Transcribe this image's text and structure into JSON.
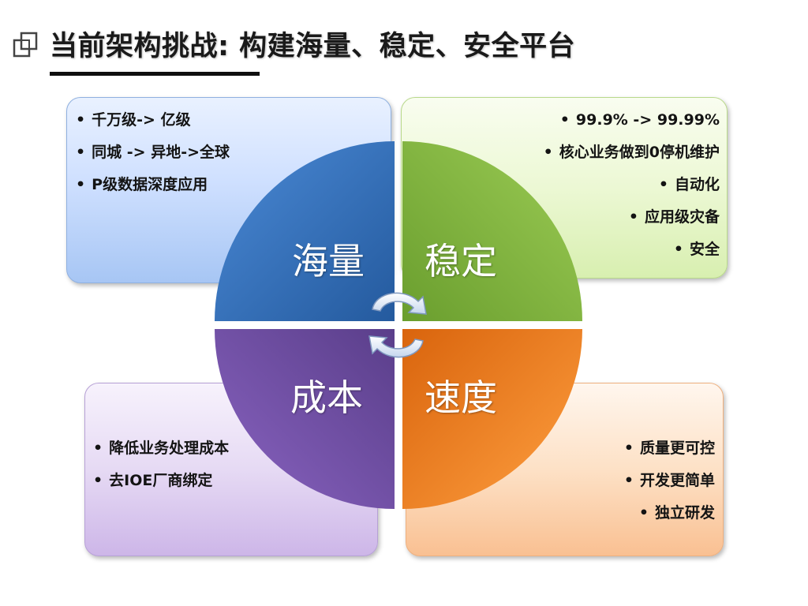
{
  "header": {
    "title": "当前架构挑战: 构建海量、稳定、安全平台"
  },
  "quadrants": {
    "top_left": {
      "label": "海量",
      "color": "#2f6fba",
      "bullets": [
        "千万级-> 亿级",
        "同城 -> 异地->全球",
        "P级数据深度应用"
      ]
    },
    "top_right": {
      "label": "稳定",
      "color": "#7db43d",
      "bullets": [
        "99.9% -> 99.99%",
        "核心业务做到0停机维护",
        "自动化",
        "应用级灾备",
        "安全"
      ]
    },
    "bottom_left": {
      "label": "成本",
      "color": "#6a4b9e",
      "bullets": [
        "降低业务处理成本",
        "去IOE厂商绑定"
      ]
    },
    "bottom_right": {
      "label": "速度",
      "color": "#ef7d1e",
      "bullets": [
        "质量更可控",
        "开发更简单",
        "独立研发"
      ]
    }
  },
  "icons": {
    "title_icon": "copy-squares-icon",
    "cycle": "circular-arrows-icon"
  }
}
